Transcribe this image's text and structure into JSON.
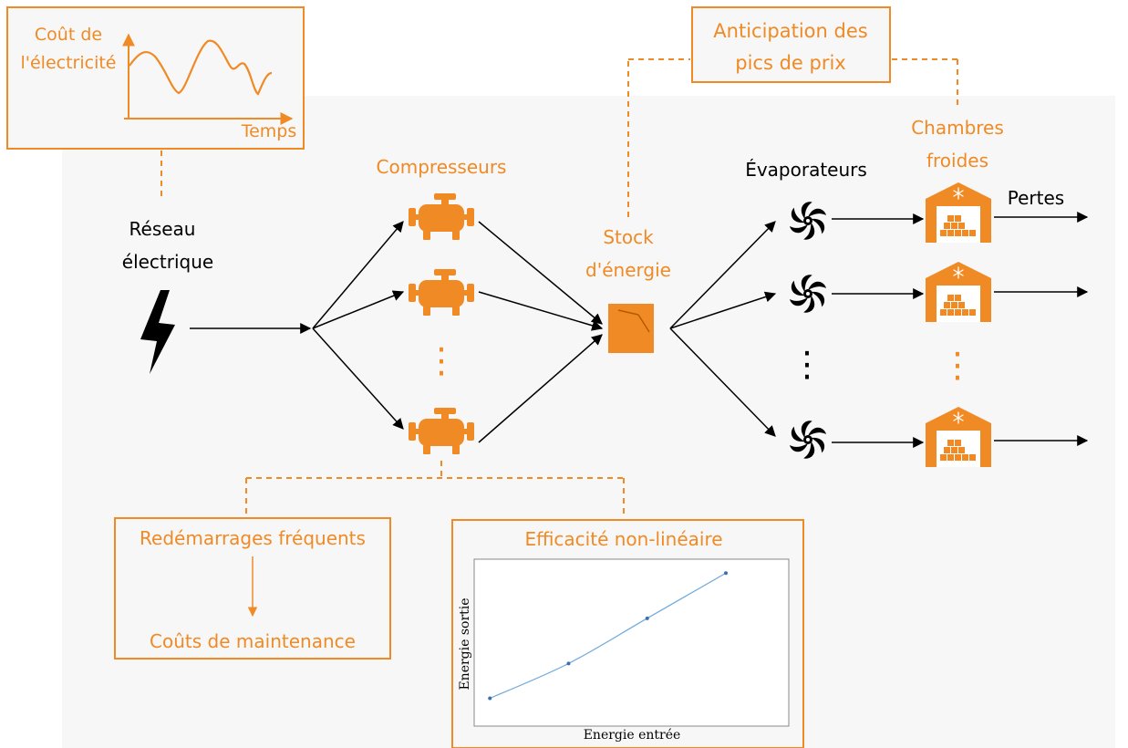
{
  "colors": {
    "accent": "#f08a24",
    "text": "#000000",
    "background": "#f7f7f7",
    "curve": "#6fa8dc"
  },
  "cost_box": {
    "ylabel_line1": "Coût de",
    "ylabel_line2": "l'électricité",
    "xlabel": "Temps"
  },
  "grid": {
    "label_line1": "Réseau",
    "label_line2": "électrique",
    "icon": "lightning-bolt-icon"
  },
  "compressors": {
    "label": "Compresseurs",
    "icon": "compressor-icon",
    "ellipsis": "⋮"
  },
  "storage": {
    "label_line1": "Stock",
    "label_line2": "d'énergie",
    "icon": "storage-tank-icon"
  },
  "anticipation": {
    "line1": "Anticipation des",
    "line2": "pics de prix"
  },
  "evaporators": {
    "label": "Évaporateurs",
    "icon": "fan-icon",
    "ellipsis": "⋮"
  },
  "cold_rooms": {
    "label_line1": "Chambres",
    "label_line2": "froides",
    "icon": "cold-warehouse-icon",
    "ellipsis": "⋮"
  },
  "losses": {
    "label": "Pertes"
  },
  "restarts_box": {
    "top": "Redémarrages fréquents",
    "bottom": "Coûts de maintenance"
  },
  "efficiency_box": {
    "title": "Efficacité non-linéaire"
  },
  "chart_data": {
    "type": "line",
    "title": "",
    "xlabel": "Energie entrée",
    "ylabel": "Energie sortie",
    "x": [
      1,
      2,
      3,
      4
    ],
    "y": [
      1,
      2,
      3.3,
      4.6
    ],
    "grid": false
  }
}
